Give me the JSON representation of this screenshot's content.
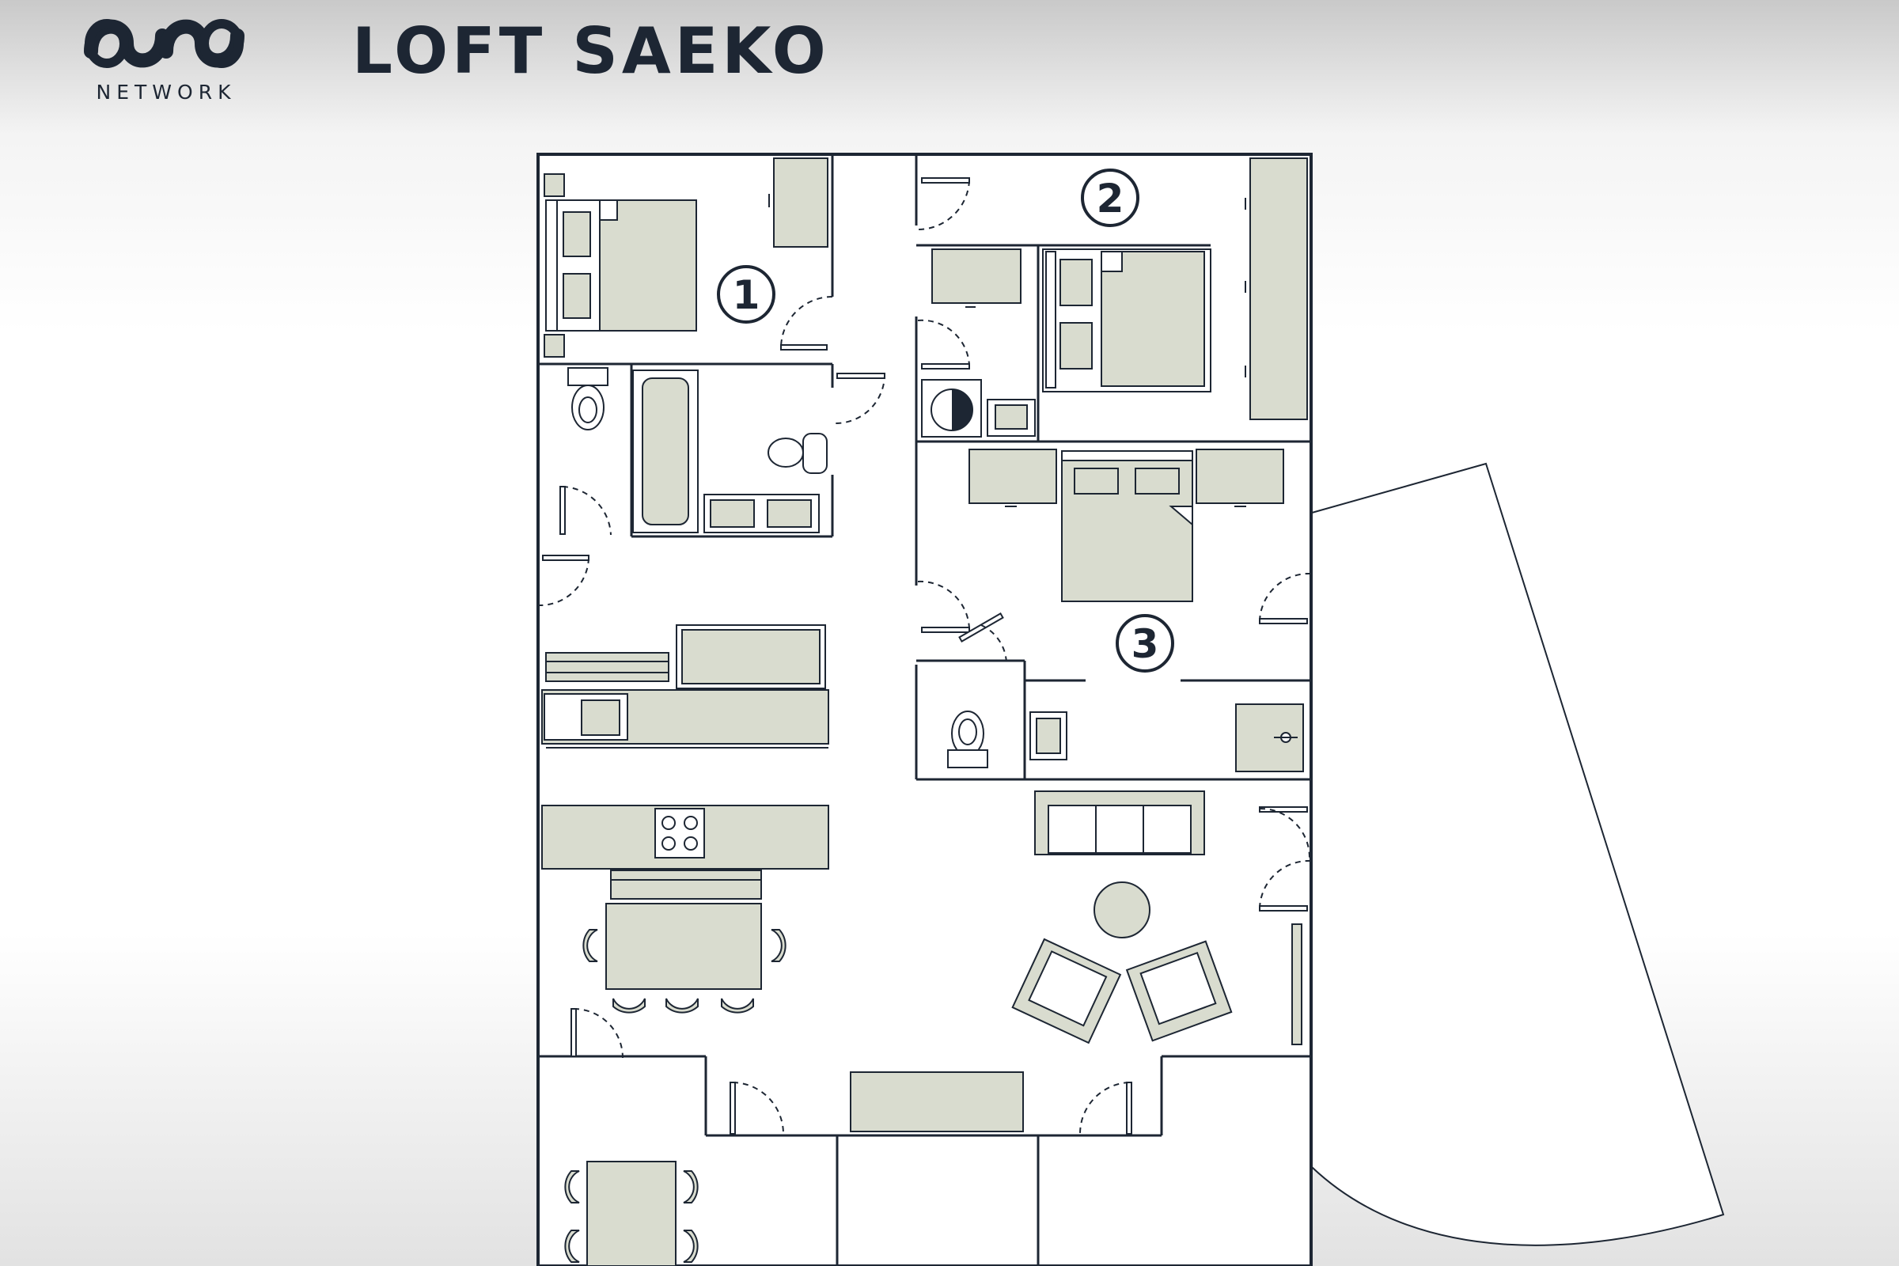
{
  "brand": {
    "logo_text": "NETWORK"
  },
  "header": {
    "title": "LOFT SAEKO"
  },
  "rooms": [
    {
      "label": "1"
    },
    {
      "label": "2"
    },
    {
      "label": "3"
    }
  ],
  "colors": {
    "furniture_fill": "#d9dccf",
    "line": "#1d2633",
    "floor": "#ffffff"
  }
}
